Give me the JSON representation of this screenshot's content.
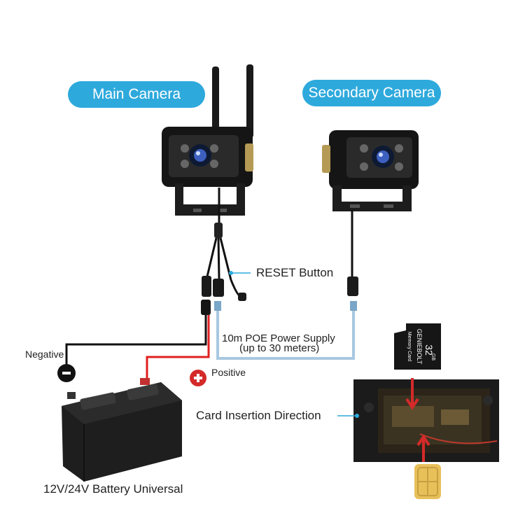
{
  "labels": {
    "main_camera": "Main Camera",
    "secondary_camera": "Secondary Camera",
    "reset_button": "RESET Button",
    "poe_line1": "10m POE Power Supply",
    "poe_line2": "(up to 30 meters)",
    "negative": "Negative",
    "positive": "Positive",
    "card_insertion": "Card Insertion Direction",
    "battery": "12V/24V Battery Universal"
  },
  "sd_card": {
    "brand": "GENIEBOLT",
    "line1": "Memory Card",
    "capacity": "32",
    "unit": "GB"
  },
  "colors": {
    "pill": "#2ea9dc",
    "cable_blue": "#a8c8e0",
    "wire_red": "#e02020",
    "wire_black": "#111111",
    "positive_badge": "#d42a2a",
    "callout_line": "#2ea9dc"
  },
  "icons": [
    "minus-icon",
    "plus-icon",
    "sim-chip-icon"
  ]
}
